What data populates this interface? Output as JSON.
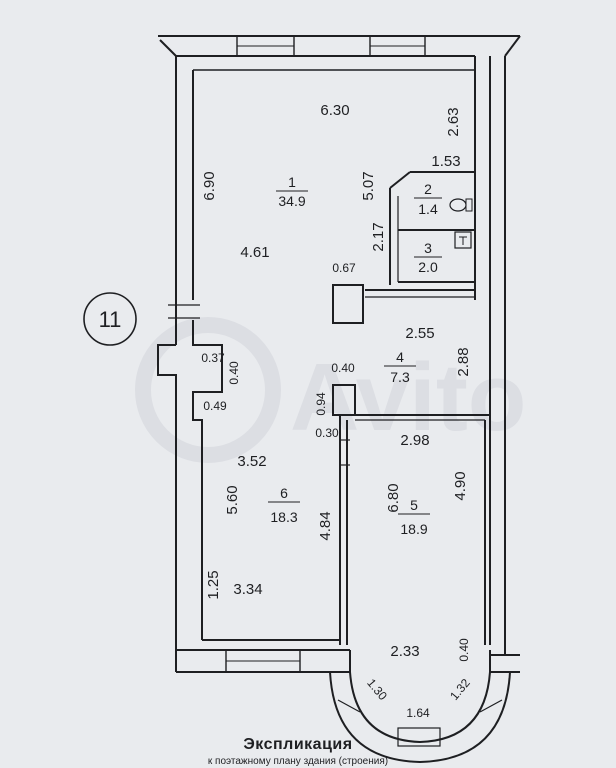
{
  "plan": {
    "section_number": "11",
    "rooms": [
      {
        "number": "1",
        "area": "34.9"
      },
      {
        "number": "2",
        "area": "1.4"
      },
      {
        "number": "3",
        "area": "2.0"
      },
      {
        "number": "4",
        "area": "7.3"
      },
      {
        "number": "5",
        "area": "18.9"
      },
      {
        "number": "6",
        "area": "18.3"
      }
    ],
    "dimensions": {
      "d_6_30": "6.30",
      "d_2_63": "2.63",
      "d_6_90": "6.90",
      "d_5_07": "5.07",
      "d_1_53": "1.53",
      "d_4_61": "4.61",
      "d_2_17": "2.17",
      "d_0_67": "0.67",
      "d_2_55": "2.55",
      "d_0_37": "0.37",
      "d_0_40_a": "0.40",
      "d_0_40_b": "0.40",
      "d_2_88": "2.88",
      "d_0_49": "0.49",
      "d_0_94": "0.94",
      "d_0_30": "0.30",
      "d_2_98": "2.98",
      "d_3_52": "3.52",
      "d_6_80": "6.80",
      "d_4_90": "4.90",
      "d_5_60": "5.60",
      "d_4_84": "4.84",
      "d_1_25": "1.25",
      "d_3_34": "3.34",
      "d_2_33": "2.33",
      "d_0_40_c": "0.40",
      "d_1_30": "1.30",
      "d_1_32": "1.32",
      "d_1_64": "1.64"
    },
    "footer": {
      "heading": "Экспликация",
      "subheading": "к поэтажному плану здания (строения)"
    }
  },
  "colors": {
    "background": "#e9ebee",
    "ink": "#1e1f22",
    "watermark": "#d9dbe0"
  }
}
